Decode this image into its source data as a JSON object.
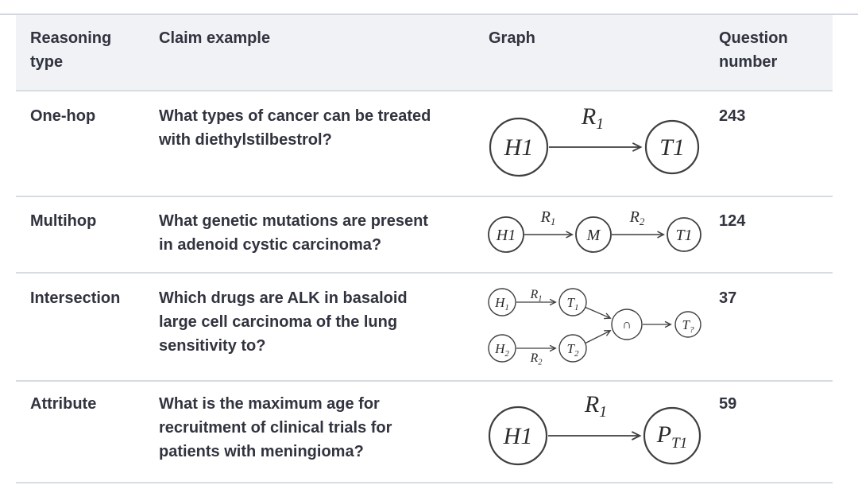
{
  "table": {
    "headers": [
      {
        "label": "Reasoning\ntype"
      },
      {
        "label": "Claim example"
      },
      {
        "label": "Graph"
      },
      {
        "label": "Question\nnumber"
      }
    ],
    "rows": [
      {
        "reasoning_type": "One-hop",
        "claim": "What types of cancer can be treated\nwith diethylstilbestrol?",
        "question_number": "243",
        "graph": "one_hop"
      },
      {
        "reasoning_type": "Multihop",
        "claim": "What genetic mutations are present\nin adenoid cystic carcinoma?",
        "question_number": "124",
        "graph": "multihop"
      },
      {
        "reasoning_type": "Intersection",
        "claim": "Which drugs are ALK in basaloid\nlarge cell carcinoma of the lung\nsensitivity to?",
        "question_number": "37",
        "graph": "intersection"
      },
      {
        "reasoning_type": "Attribute",
        "claim": "What is the maximum age for\nrecruitment of clinical trials for\npatients with meningioma?",
        "question_number": "59",
        "graph": "attribute"
      }
    ]
  },
  "graphs": {
    "one_hop": {
      "nodes": [
        {
          "main": "H1",
          "sub": ""
        },
        {
          "main": "T1",
          "sub": ""
        }
      ],
      "relations": [
        {
          "main": "R",
          "sub": "1"
        }
      ]
    },
    "multihop": {
      "nodes": [
        {
          "main": "H1",
          "sub": ""
        },
        {
          "main": "M",
          "sub": ""
        },
        {
          "main": "T1",
          "sub": ""
        }
      ],
      "relations": [
        {
          "main": "R",
          "sub": "1"
        },
        {
          "main": "R",
          "sub": "2"
        }
      ]
    },
    "intersection": {
      "nodes": [
        {
          "main": "H",
          "sub": "1"
        },
        {
          "main": "T",
          "sub": "1"
        },
        {
          "main": "H",
          "sub": "2"
        },
        {
          "main": "T",
          "sub": "2"
        },
        {
          "main": "∩",
          "sub": ""
        },
        {
          "main": "T",
          "sub": "?"
        }
      ],
      "relations": [
        {
          "main": "R",
          "sub": "1"
        },
        {
          "main": "R",
          "sub": "2"
        }
      ]
    },
    "attribute": {
      "nodes": [
        {
          "main": "H1",
          "sub": ""
        },
        {
          "main": "P",
          "sub": "T1"
        }
      ],
      "relations": [
        {
          "main": "R",
          "sub": "1"
        }
      ]
    }
  },
  "colors": {
    "header_background": "#f0f2f6",
    "divider": "#d6dbe4",
    "text": "#31333f",
    "graph_stroke": "#3f3f3f"
  }
}
